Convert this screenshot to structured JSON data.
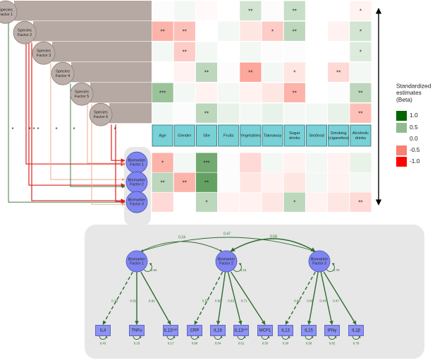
{
  "species_factors": [
    {
      "label": "Species\nFactor 1",
      "cells": [
        "",
        "",
        "",
        "",
        "**",
        "",
        "**",
        "",
        "",
        "*"
      ],
      "values": [
        0.02,
        0.05,
        -0.02,
        0.0,
        0.2,
        0.02,
        0.25,
        0.0,
        0.0,
        -0.05
      ]
    },
    {
      "label": "Species\nFactor 2",
      "cells": [
        "**",
        "**",
        "",
        "",
        "",
        "*",
        "**",
        "",
        "",
        "*"
      ],
      "values": [
        -0.3,
        -0.25,
        0.0,
        0.05,
        -0.1,
        -0.2,
        0.3,
        0.0,
        -0.05,
        0.2
      ]
    },
    {
      "label": "Species\nFactor 3",
      "cells": [
        "",
        "**",
        "",
        "",
        "",
        "",
        "",
        "",
        "",
        "*"
      ],
      "values": [
        0.05,
        -0.2,
        0.05,
        0.0,
        0.05,
        0.02,
        0.02,
        0.0,
        0.0,
        0.15
      ]
    },
    {
      "label": "Species\nFactor 4",
      "cells": [
        "",
        "",
        "**",
        "",
        "**",
        "",
        "*",
        "",
        "**",
        ""
      ],
      "values": [
        0.0,
        -0.05,
        0.3,
        0.02,
        -0.35,
        0.05,
        -0.1,
        0.0,
        -0.15,
        0.05
      ]
    },
    {
      "label": "Species\nFactor 5",
      "cells": [
        "***",
        "",
        "",
        "",
        "",
        "",
        "**",
        "",
        "",
        "**"
      ],
      "values": [
        0.45,
        0.05,
        -0.05,
        0.05,
        -0.05,
        -0.1,
        -0.3,
        0.0,
        0.02,
        0.3
      ]
    },
    {
      "label": "Species\nFactor 6",
      "cells": [
        "",
        "",
        "**",
        "",
        "",
        "",
        "",
        "",
        "",
        "**"
      ],
      "values": [
        0.05,
        0.02,
        0.3,
        0.1,
        0.05,
        0.1,
        0.05,
        0.05,
        0.1,
        -0.25
      ]
    }
  ],
  "categories": [
    "Age",
    "Gender",
    "Site",
    "Fruits",
    "Vegetables",
    "Takeaway",
    "Sugar\ndrinks",
    "Seafood",
    "Smoking\n(cigarettes)",
    "Alcoholic\ndrinks"
  ],
  "biomarker_factors": [
    {
      "label": "Biomarker\nFactor 1",
      "cells": [
        "*",
        "",
        "***",
        "",
        "",
        "",
        "",
        "",
        "",
        ""
      ],
      "values": [
        -0.3,
        0.05,
        0.6,
        0.02,
        -0.15,
        0.05,
        -0.05,
        0.05,
        -0.05,
        0.1
      ]
    },
    {
      "label": "Biomarker\nFactor 2",
      "cells": [
        "**",
        "**",
        "**",
        "",
        "",
        "",
        "",
        "",
        "",
        ""
      ],
      "values": [
        0.3,
        -0.3,
        0.65,
        0.02,
        -0.1,
        -0.05,
        -0.1,
        0.05,
        -0.05,
        0.05
      ]
    },
    {
      "label": "Biomarker\nFactor 3",
      "cells": [
        "",
        "",
        "*",
        "",
        "",
        "",
        "*",
        "",
        "",
        "**"
      ],
      "values": [
        -0.15,
        0.0,
        0.3,
        -0.05,
        -0.05,
        -0.1,
        0.3,
        -0.05,
        -0.1,
        -0.15
      ]
    }
  ],
  "significance_marks": [
    "*",
    "*",
    "*",
    "*",
    "*",
    "*",
    "*"
  ],
  "legend": {
    "title": "Standardized\nestimates\n(Beta)",
    "entries": [
      {
        "label": "1.0",
        "color": "#006400"
      },
      {
        "label": "0.5",
        "color": "#8fbc8f"
      },
      {
        "label": "0.0",
        "color": ""
      },
      {
        "label": "-0.5",
        "color": "#fa8072"
      },
      {
        "label": "-1.0",
        "color": "#ff0000"
      }
    ]
  },
  "sem": {
    "factors": [
      "Biomarker\nFactor 1",
      "Biomarker\nFactor 2",
      "Biomarker\nFactor 3"
    ],
    "covariances": [
      {
        "from": 0,
        "to": 1,
        "label": "0.24"
      },
      {
        "from": 0,
        "to": 2,
        "label": "0.47"
      },
      {
        "from": 1,
        "to": 2,
        "label": "0.58"
      }
    ],
    "factor_variances": [
      "0.84",
      "0.24",
      "0.70"
    ],
    "indicators": [
      {
        "label": "IL4",
        "factor": 0,
        "loading": "0.76",
        "residual": "0.43",
        "dashed": true
      },
      {
        "label": "TNFα",
        "factor": 0,
        "loading": "0.91",
        "residual": "0.16",
        "dashed": false
      },
      {
        "label": "IL12ᵖ⁴⁰",
        "factor": 0,
        "loading": "0.91",
        "residual": "0.17",
        "dashed": false
      },
      {
        "label": "CRP",
        "factor": 1,
        "loading": "0.57",
        "residual": "0.68",
        "dashed": true
      },
      {
        "label": "IL18",
        "factor": 1,
        "loading": "0.60",
        "residual": "0.64",
        "dashed": false
      },
      {
        "label": "IL12ᵖ⁷⁰",
        "factor": 1,
        "loading": "0.63",
        "residual": "0.61",
        "dashed": false
      },
      {
        "label": "MCP1",
        "factor": 1,
        "loading": "0.71",
        "residual": "0.50",
        "dashed": false
      },
      {
        "label": "IL13",
        "factor": 2,
        "loading": "0.84",
        "residual": "0.30",
        "dashed": true
      },
      {
        "label": "IL15",
        "factor": 2,
        "loading": "0.66",
        "residual": "0.56",
        "dashed": false
      },
      {
        "label": "IFNγ",
        "factor": 2,
        "loading": "0.43",
        "residual": "0.82",
        "dashed": false
      },
      {
        "label": "IL1β",
        "factor": 2,
        "loading": "0.47",
        "residual": "0.78",
        "dashed": false
      }
    ]
  },
  "colors": {
    "band": "#b6a8a2",
    "factor_circle": "#bcafa9",
    "factor_circle_border": "#8b7d77",
    "biomarker_circle": "#7f85f0",
    "category_cell": "#77d1d6",
    "indicator_box": "#8d93f2",
    "path_green": "#2e6b2e",
    "path_red": "#e02020",
    "path_light": "#f0a080",
    "panel": "#e7e7e7"
  }
}
